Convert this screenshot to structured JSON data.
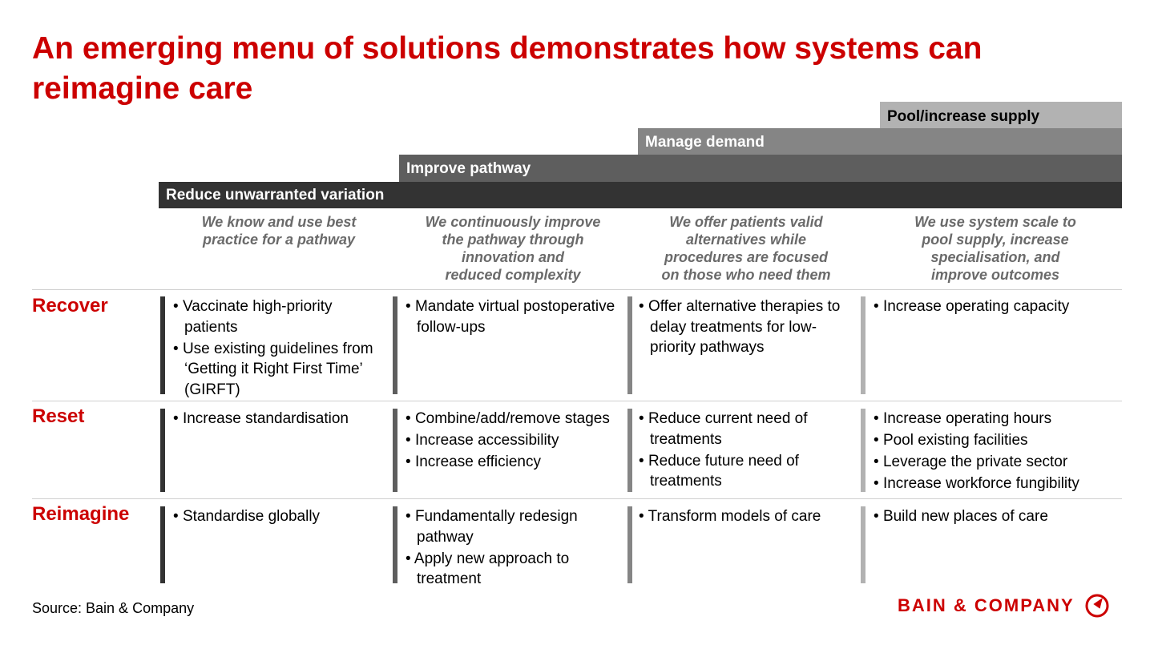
{
  "title": "An emerging menu of solutions demonstrates how systems can reimagine care",
  "bands": {
    "supply": "Pool/increase supply",
    "demand": "Manage demand",
    "pathway": "Improve pathway",
    "variation": "Reduce unwarranted variation"
  },
  "columns": [
    {
      "subtitle_lines": [
        "We know and use best",
        "practice for a pathway"
      ]
    },
    {
      "subtitle_lines": [
        "We continuously improve",
        "the pathway through",
        "innovation and",
        "reduced complexity"
      ]
    },
    {
      "subtitle_lines": [
        "We offer patients valid",
        "alternatives while",
        "procedures are focused",
        "on those who need them"
      ]
    },
    {
      "subtitle_lines": [
        "We use system scale to",
        "pool supply, increase",
        "specialisation, and",
        "improve outcomes"
      ]
    }
  ],
  "rows": [
    {
      "label": "Recover",
      "cells": [
        [
          "Vaccinate high-priority patients",
          "Use existing guidelines from ‘Getting it Right First Time’ (GIRFT)"
        ],
        [
          "Mandate virtual postoperative follow-ups"
        ],
        [
          "Offer alternative therapies to delay treatments for low-priority pathways"
        ],
        [
          "Increase operating capacity"
        ]
      ]
    },
    {
      "label": "Reset",
      "cells": [
        [
          "Increase standardisation"
        ],
        [
          "Combine/add/remove stages",
          "Increase accessibility",
          "Increase efficiency"
        ],
        [
          "Reduce current need of treatments",
          "Reduce future need of treatments"
        ],
        [
          "Increase operating hours",
          "Pool existing facilities",
          "Leverage the private sector",
          "Increase workforce fungibility"
        ]
      ]
    },
    {
      "label": "Reimagine",
      "cells": [
        [
          "Standardise globally"
        ],
        [
          "Fundamentally redesign pathway",
          "Apply new approach to treatment"
        ],
        [
          "Transform models of care"
        ],
        [
          "Build new places of care"
        ]
      ]
    }
  ],
  "source": "Source: Bain & Company",
  "logo": {
    "text": "BAIN & COMPANY",
    "icon": "bain-compass-icon",
    "color": "#cc0000"
  },
  "colors": {
    "accent": "#cc0000",
    "band1": "#333333",
    "band2": "#5e5e5e",
    "band3": "#858585",
    "band4": "#b2b2b2",
    "subtitle": "#6a6a6a"
  }
}
